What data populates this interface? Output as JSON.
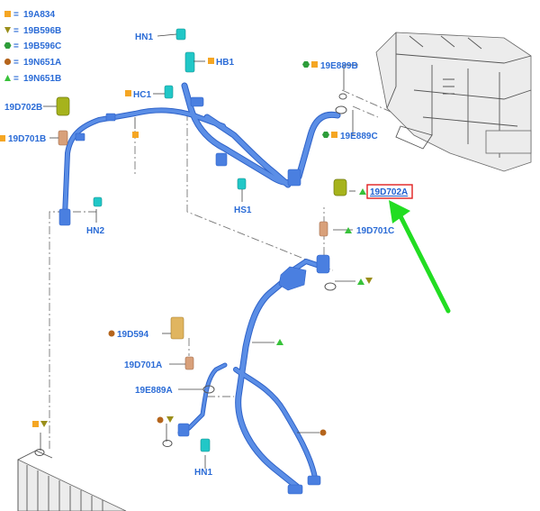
{
  "colors": {
    "accent": "#2a6bd6",
    "pipe": "#5b8ee6",
    "pipe_shadow": "#2f63c9",
    "highlight_box": "#e02020",
    "arrow": "#22dd22",
    "square": "#f5a623",
    "tri_olive": "#9a8e1a",
    "hex_green": "#2e9d3a",
    "dot_brown": "#b5651d",
    "tri_green": "#38c23a",
    "sensor_cyan": "#21c7c7",
    "cap_olive": "#a6b31c",
    "fitting_brown": "#d8a07a",
    "fitting_gold": "#e0b560"
  },
  "legend": [
    {
      "shape": "square",
      "code": "19A834"
    },
    {
      "shape": "tri-down",
      "code": "19B596B"
    },
    {
      "shape": "hexagon",
      "code": "19B596C"
    },
    {
      "shape": "circle",
      "code": "19N651A"
    },
    {
      "shape": "tri-up",
      "code": "19N651B"
    }
  ],
  "labels": {
    "hn1_top": "HN1",
    "hb1": "HB1",
    "hc1": "HC1",
    "d702b": "19D702B",
    "d701b": "19D701B",
    "hn2": "HN2",
    "hs1": "HS1",
    "e889b": "19E889B",
    "e889c": "19E889C",
    "d702a": "19D702A",
    "d701c": "19D701C",
    "d594": "19D594",
    "d701a": "19D701A",
    "e889a": "19E889A",
    "hn1_bottom": "HN1"
  }
}
